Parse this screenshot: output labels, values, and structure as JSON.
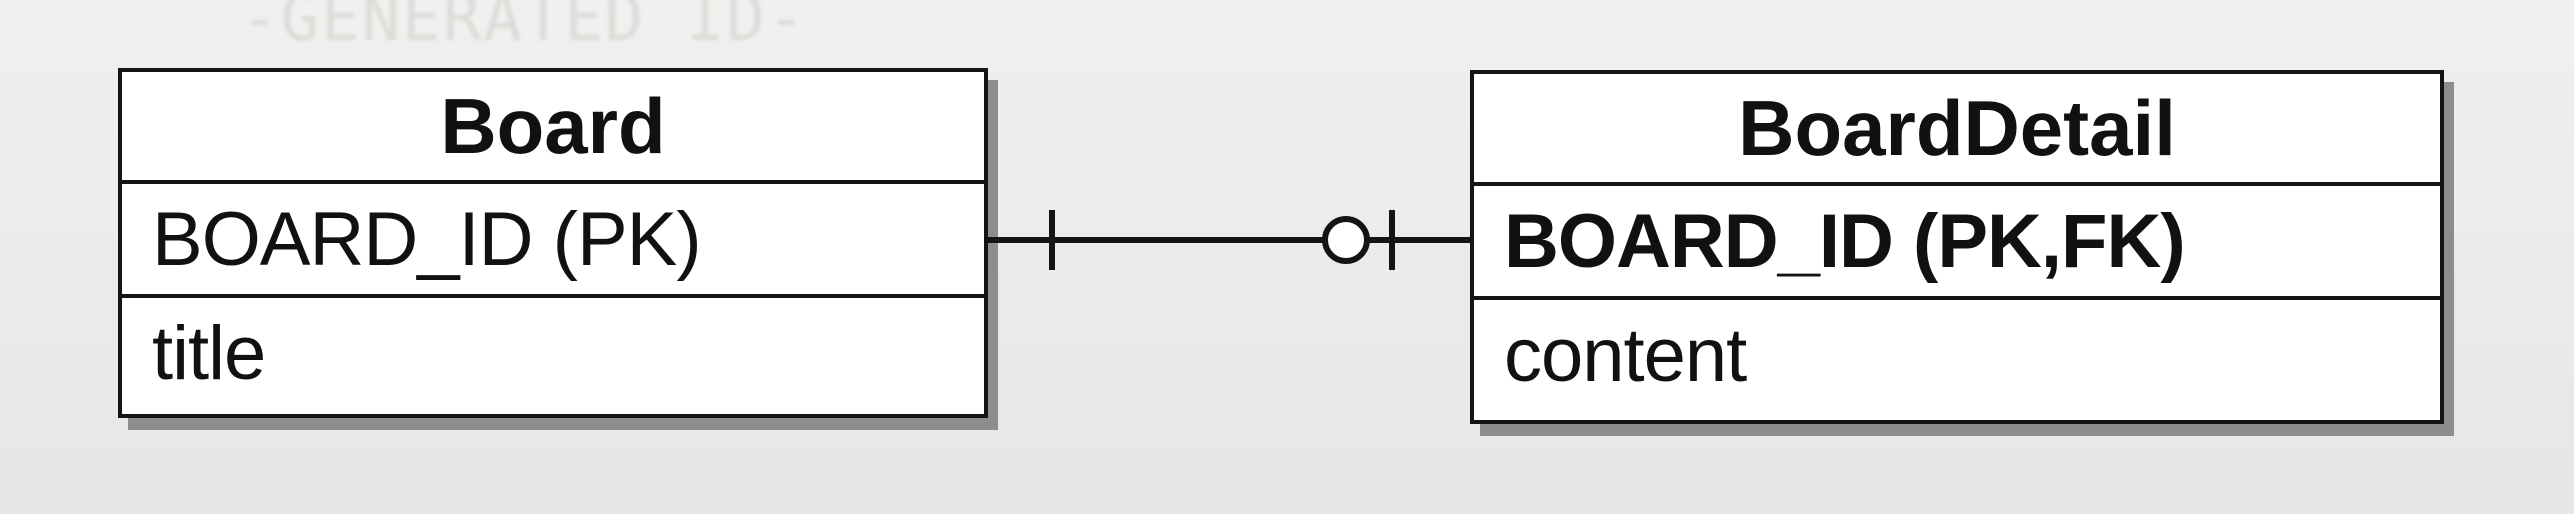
{
  "entities": {
    "board": {
      "name": "Board",
      "primary_key": "BOARD_ID (PK)",
      "attribute": "title"
    },
    "board_detail": {
      "name": "BoardDetail",
      "primary_key": "BOARD_ID (PK,FK)",
      "attribute": "content"
    }
  },
  "relationship": {
    "from": "Board",
    "to": "BoardDetail",
    "from_cardinality": "exactly-one",
    "to_cardinality": "zero-or-one"
  },
  "colors": {
    "line": "#141414",
    "shadow": "#8f8d8b",
    "background": "#eeedeb"
  }
}
